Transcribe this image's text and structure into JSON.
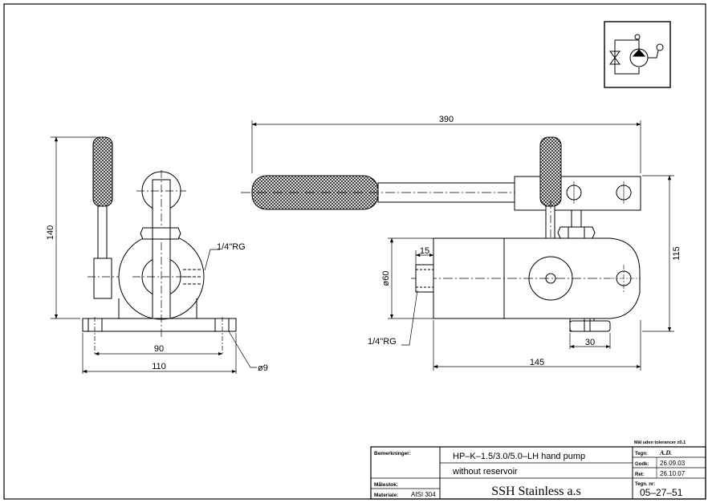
{
  "dimensions": {
    "side": {
      "height": "140",
      "thread": "1/4\"RG",
      "bolt_spacing": "90",
      "base_width": "110",
      "hole_dia": "ø9"
    },
    "front": {
      "lever_length": "390",
      "total_height": "115",
      "body_dia": "ø60",
      "port_depth": "15",
      "thread": "1/4\"RG",
      "foot_offset": "30",
      "body_length": "145"
    }
  },
  "title_block": {
    "remarks_label": "Bemerkninger:",
    "scale_label": "Målestok:",
    "material_label": "Materiale:",
    "material_value": "AISI 304",
    "description_line1": "HP–K–1.5/3.0/5.0–LH hand pump",
    "description_line2": "without reservoir",
    "company": "SSH Stainless a.s",
    "tolerance_note": "Mål uden tolerancer ±0.1",
    "drawn_label": "Tegn:",
    "drawn_value": "A.D.",
    "approved_label": "Godk:",
    "approved_value": "26.09.03",
    "revised_label": "Ret:",
    "revised_value": "26.10.07",
    "drawing_no_label": "Tegn. nr:",
    "drawing_no_value": "05–27–51"
  },
  "colors": {
    "line": "#000000",
    "paper": "#ffffff"
  }
}
